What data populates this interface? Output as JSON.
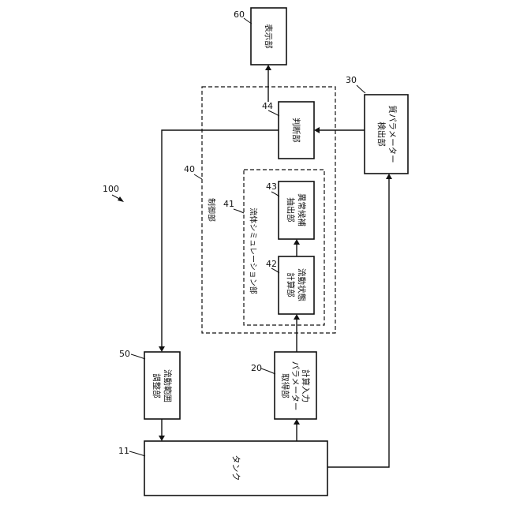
{
  "diagram": {
    "ref_system": "100",
    "tank": {
      "ref": "11",
      "label": "タンク"
    },
    "calc_input": {
      "ref": "20",
      "line1": "計算入力",
      "line2": "パラメーター",
      "line3": "取得部"
    },
    "quality_param": {
      "ref": "30",
      "line1": "質パラメーター",
      "line2": "検出部"
    },
    "control": {
      "ref": "40",
      "label": "制御部"
    },
    "fluid_sim": {
      "ref": "41",
      "label": "流体シミュレーション部"
    },
    "flow_calc": {
      "ref": "42",
      "line1": "流動状態",
      "line2": "計算部"
    },
    "anomaly": {
      "ref": "43",
      "line1": "異常候補",
      "line2": "抽出部"
    },
    "judgment": {
      "ref": "44",
      "label": "判断部"
    },
    "flow_range": {
      "ref": "50",
      "line1": "流動範囲",
      "line2": "調整部"
    },
    "display": {
      "ref": "60",
      "label": "表示部"
    }
  }
}
